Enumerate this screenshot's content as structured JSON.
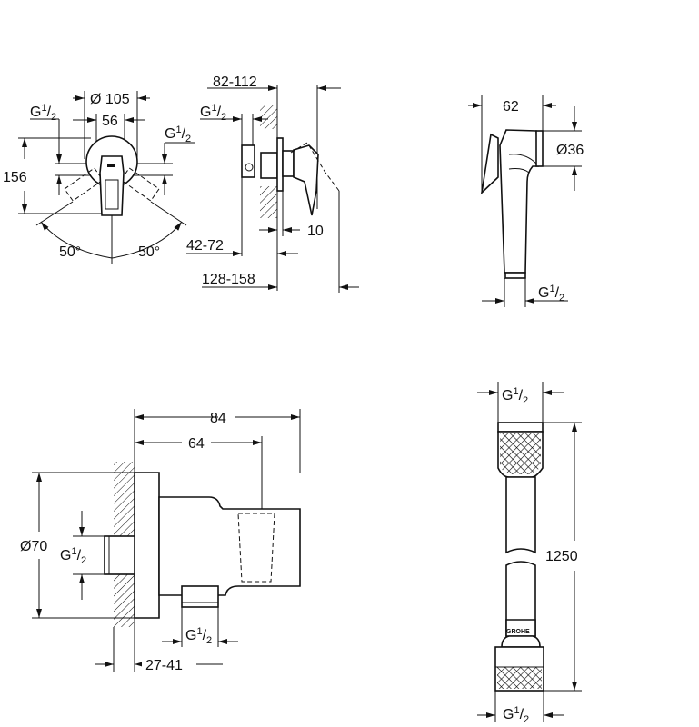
{
  "thread": {
    "letter": "G",
    "num": "1",
    "den": "2"
  },
  "valve_front": {
    "dia": "Ø 105",
    "width": "56",
    "height": "156",
    "angle_left": "50°",
    "angle_right": "50°"
  },
  "valve_side": {
    "depth_total": "82-112",
    "plate": "10",
    "min_depth": "42-72",
    "overall": "128-158"
  },
  "hand_shower": {
    "length": "62",
    "dia": "Ø36"
  },
  "wall_elbow": {
    "depth": "84",
    "outlet_pos": "64",
    "dia": "Ø70",
    "wall_range": "27-41"
  },
  "hose": {
    "length": "1250",
    "logo": "GROHE"
  }
}
